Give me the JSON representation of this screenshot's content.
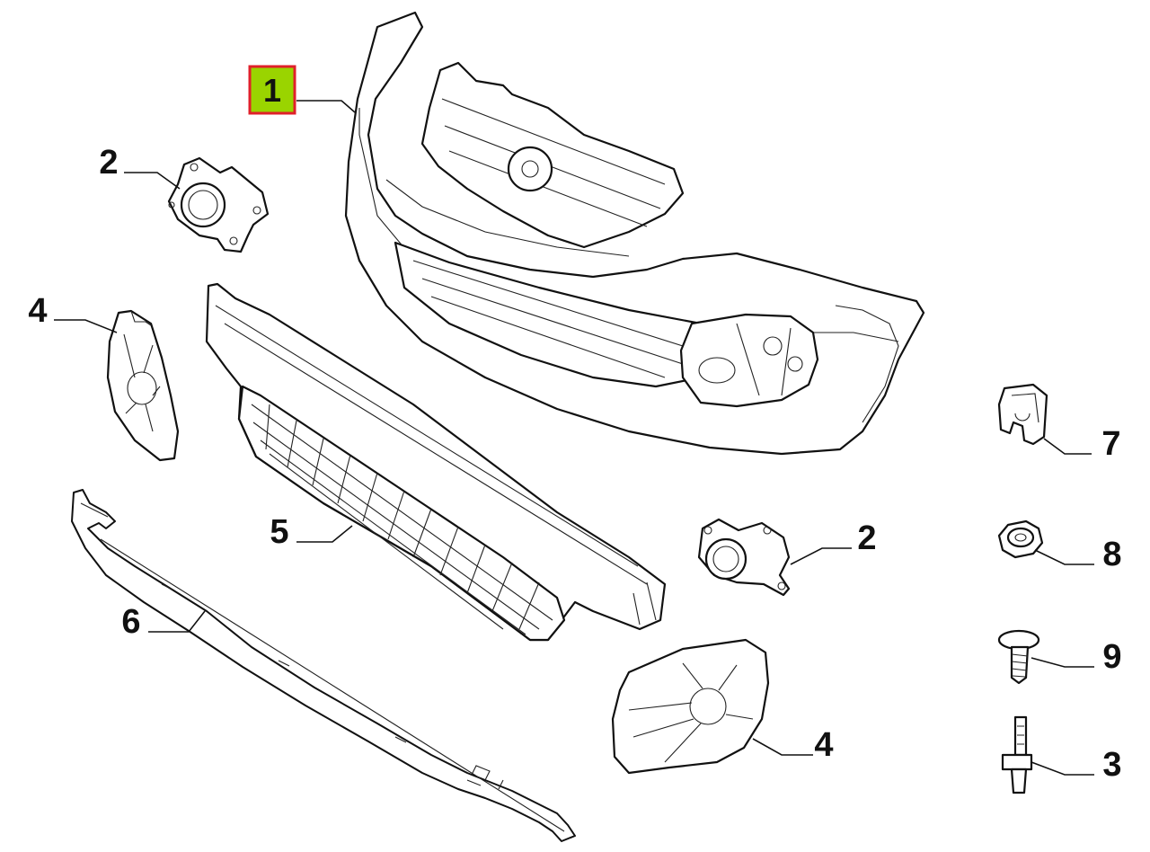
{
  "diagram": {
    "colors": {
      "line": "#111111",
      "highlight_fill": "#9ad400",
      "highlight_border": "#e0202a"
    },
    "callouts": [
      {
        "id": "bumper",
        "label": "1",
        "highlighted": true
      },
      {
        "id": "fog-bracket-left",
        "label": "2"
      },
      {
        "id": "fog-bracket-right",
        "label": "2"
      },
      {
        "id": "fog-bezel-left",
        "label": "4"
      },
      {
        "id": "fog-bezel-right",
        "label": "4"
      },
      {
        "id": "lower-grille",
        "label": "5"
      },
      {
        "id": "spoiler-strip",
        "label": "6"
      },
      {
        "id": "clip",
        "label": "7"
      },
      {
        "id": "nut",
        "label": "8"
      },
      {
        "id": "screw",
        "label": "9"
      },
      {
        "id": "stud",
        "label": "3"
      }
    ]
  }
}
